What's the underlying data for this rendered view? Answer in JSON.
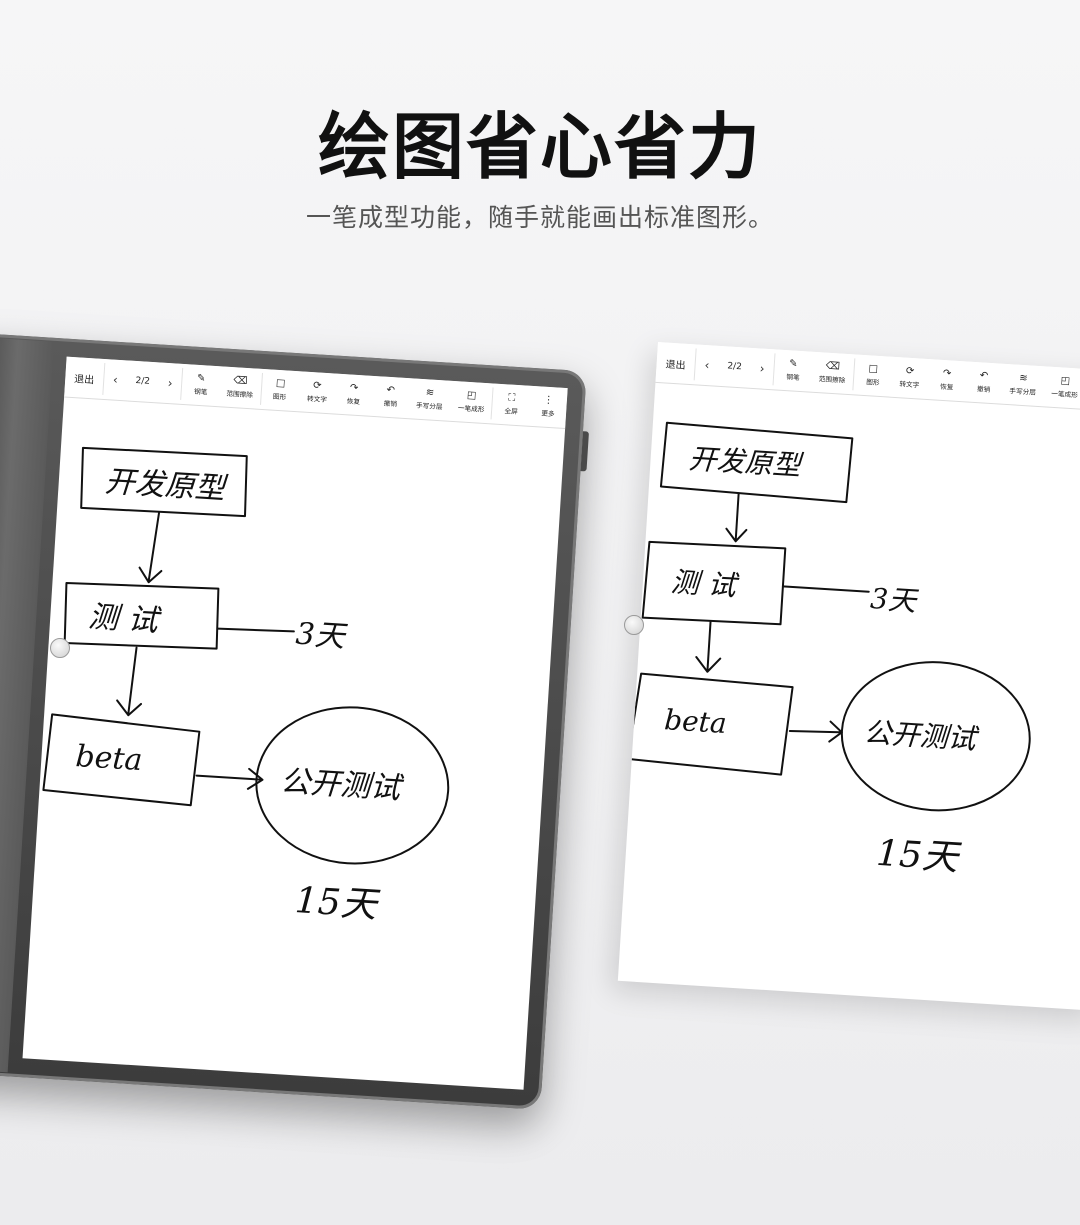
{
  "headline": "绘图省心省力",
  "subline": "一笔成型功能，随手就能画出标准图形。",
  "toolbar": {
    "exit": "退出",
    "page": "2/2",
    "tools": [
      {
        "label": "钢笔",
        "icon": "pen-icon"
      },
      {
        "label": "范围擦除",
        "icon": "eraser-icon"
      },
      {
        "label": "图形",
        "icon": "shape-icon"
      },
      {
        "label": "转文字",
        "icon": "text-convert-icon"
      },
      {
        "label": "恢复",
        "icon": "redo-icon"
      },
      {
        "label": "撤销",
        "icon": "undo-icon"
      },
      {
        "label": "手写分层",
        "icon": "layers-icon"
      },
      {
        "label": "一笔成形",
        "icon": "one-stroke-icon"
      },
      {
        "label": "全屏",
        "icon": "fullscreen-icon"
      },
      {
        "label": "更多",
        "icon": "more-icon"
      }
    ]
  },
  "diagram": {
    "box1": "开发原型",
    "box2": "测 试",
    "box2_note": "3天",
    "box3": "beta",
    "circle": "公开测试",
    "circle_note": "15天"
  },
  "colors": {
    "ink": "#111111",
    "device": "#4a4a4a",
    "background": "#f1f1f2"
  }
}
